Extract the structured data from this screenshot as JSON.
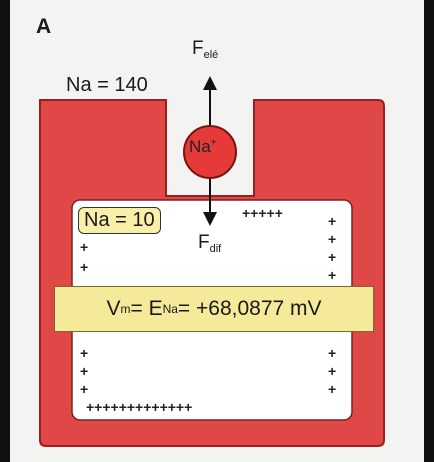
{
  "panel_letter": "A",
  "outside_concentration": "Na = 140",
  "inside_concentration": "Na = 10",
  "ion_label": "Na",
  "ion_charge": "+",
  "force_electric": {
    "base": "F",
    "sub": "elé"
  },
  "force_diffusion": {
    "base": "F",
    "sub": "dif"
  },
  "membrane_potential": {
    "v": "V",
    "v_sub": "m",
    "eq": " = E",
    "e_sub": "Na",
    "value": " = +68,0877 mV"
  },
  "charges": {
    "top_right": "+++++",
    "bottom_row": "+++++++++++++",
    "plus": "+"
  },
  "colors": {
    "cell_fill": "#e04848",
    "cell_stroke": "#9c1f1f",
    "interior": "#ffffff",
    "paper": "#f3f3f1",
    "label_box": "#f4ea9a"
  }
}
